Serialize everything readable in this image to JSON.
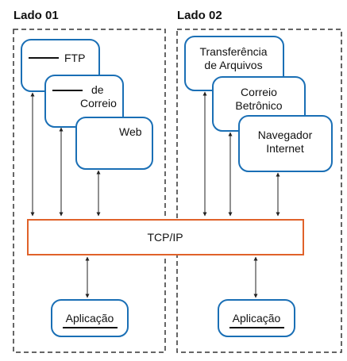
{
  "side_left": {
    "title": "Lado 01",
    "apps": [
      "FTP",
      "de",
      "Correio",
      "Web"
    ],
    "application": "Aplicação"
  },
  "side_right": {
    "title": "Lado 02",
    "apps": [
      "Transferência",
      "de Arquivos",
      "Correio",
      "Betrônico",
      "Navegador",
      "Internet"
    ],
    "application": "Aplicação"
  },
  "protocol": "TCP/IP",
  "colors": {
    "app_border": "#1a6fb5",
    "protocol_border": "#e0622a",
    "line": "#222222"
  }
}
